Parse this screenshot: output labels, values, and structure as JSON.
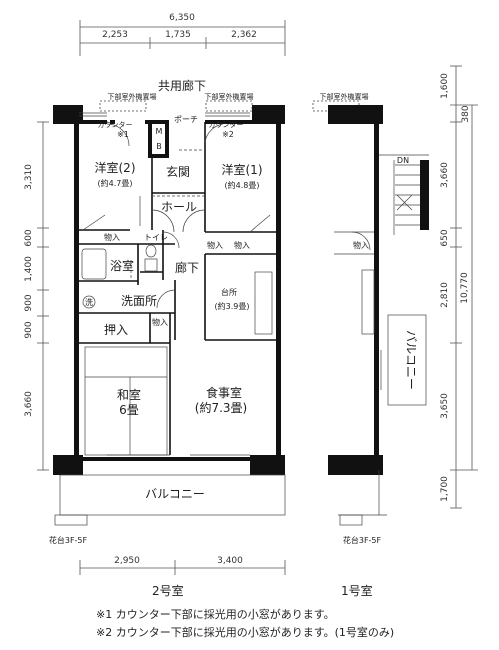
{
  "dimensions": {
    "top_total": "6,350",
    "top_parts": [
      "2,253",
      "1,735",
      "2,362"
    ],
    "bottom_parts": [
      "2,950",
      "3,400"
    ],
    "left_parts": [
      "3,310",
      "600",
      "1,400",
      "900",
      "900",
      "3,660"
    ],
    "right_inner": [
      "1,600",
      "380",
      "3,660",
      "650",
      "2,810",
      "3,650",
      "1,700"
    ],
    "right_total": "10,770"
  },
  "labels": {
    "corridor": "共用廊下",
    "outdoor_unit_a": "下部室外機置場",
    "outdoor_unit_b": "下部室外機置場",
    "outdoor_unit_c": "下部室外機置場",
    "counter_a": "カウンター",
    "counter_b": "カウンター",
    "mark1": "※1",
    "mark2": "※2",
    "mb": "M",
    "mb2": "B",
    "porch": "ポーチ",
    "western2": "洋室(2)",
    "western2_size": "(約4.7畳)",
    "entrance": "玄関",
    "western1": "洋室(1)",
    "western1_size": "(約4.8畳)",
    "hall": "ホール",
    "storage_a": "物入",
    "toilet": "トイレ",
    "storage_b": "物入",
    "storage_c": "物入",
    "bath": "浴室",
    "hallway": "廊下",
    "kitchen": "台所",
    "kitchen_size": "(約3.9畳)",
    "wash_mark": "洗",
    "washroom": "洗面所",
    "oshiire": "押入",
    "storage_d": "物入",
    "washitsu": "和室",
    "washitsu_size": "6畳",
    "dining": "食事室",
    "dining_size": "(約7.3畳)",
    "balcony": "バルコニー",
    "flower_a": "花台3F-5F",
    "flower_b": "花台3F-5F",
    "dn": "DN",
    "storage_e": "物入",
    "balcony_v": "バルコニー",
    "unit2": "2号室",
    "unit1": "1号室"
  },
  "notes": {
    "note1": "※1 カウンター下部に採光用の小窓があります。",
    "note2": "※2 カウンター下部に採光用の小窓があります。(1号室のみ)"
  }
}
